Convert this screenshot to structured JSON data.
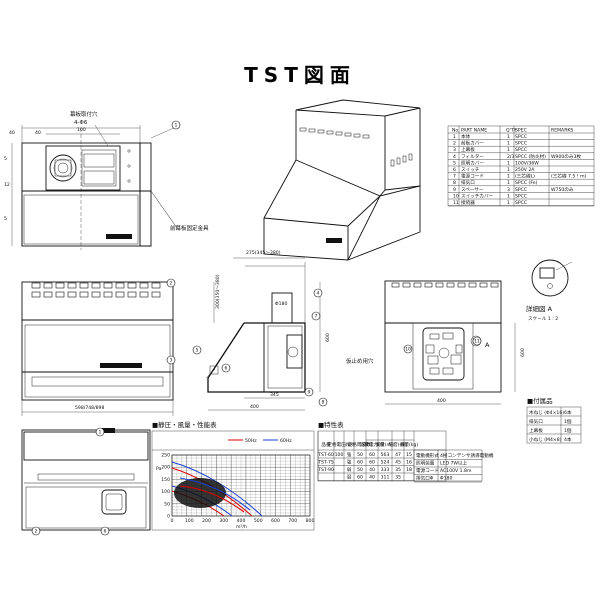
{
  "title": "TST図面",
  "labels": {
    "mount_holes_line1": "幕板取付穴",
    "mount_holes_line2": "4-Φ6",
    "front_panel_fix": "前幕板固定金具",
    "fall_stop_hole": "仮止め用穴",
    "detail_a_line1": "詳細図 A",
    "detail_a_line2": "スケール 1 : 2",
    "point_a": "A",
    "point_a_detail": "A"
  },
  "dims": {
    "d_top_left": "40",
    "d_top_40": "40",
    "d_100": "100",
    "d_side_1": "5",
    "d_side_2": "12",
    "d_side_3": "5",
    "d_depth_label": "275(345～380)",
    "d_duct_dia": "Φ180",
    "d_width_front": "598/748/898",
    "d_345": "345",
    "d_400": "400",
    "d_400_b": "400",
    "d_600": "600",
    "d_600_b": "600",
    "d_side_hgt": "300(350～380)"
  },
  "balloons": [
    "1",
    "2",
    "3",
    "4",
    "5",
    "6",
    "7",
    "8",
    "9",
    "10",
    "11",
    "1",
    "2",
    "6"
  ],
  "parts_table": {
    "headers": [
      "No.",
      "PART NAME",
      "Q'TY",
      "SPEC",
      "REMARKS"
    ],
    "rows": [
      [
        "1",
        "本体",
        "1",
        "SPCC",
        ""
      ],
      [
        "2",
        "前板カバー",
        "1",
        "SPCC",
        ""
      ],
      [
        "3",
        "上幕板",
        "1",
        "SPCC",
        ""
      ],
      [
        "4",
        "フィルター",
        "2/3",
        "SPCC (防炎材)",
        "W900のみ3枚"
      ],
      [
        "5",
        "照明カバー",
        "1",
        "100V/36W",
        ""
      ],
      [
        "6",
        "スイッチ",
        "1",
        "250V 2A",
        ""
      ],
      [
        "7",
        "電源コード",
        "1",
        "(三芯線L)",
        "(三芯線 7.5 ! m)"
      ],
      [
        "8",
        "排気口",
        "1",
        "SPCC (Fe)",
        ""
      ],
      [
        "9",
        "スペーサー",
        "3",
        "SPCC",
        "W750のみ"
      ],
      [
        "10",
        "スイッチカバー",
        "1",
        "SPCC",
        ""
      ],
      [
        "11",
        "接続器",
        "1",
        "SPCC",
        ""
      ]
    ]
  },
  "accessories": {
    "title": "■付属品",
    "rows": [
      [
        "木ねじ (Φ4×16)",
        "6本"
      ],
      [
        "排気口",
        "1個"
      ],
      [
        "上幕板",
        "1個"
      ],
      [
        "小ねじ (M4×8)",
        "4本"
      ]
    ]
  },
  "performance": {
    "title": "■静圧・風量・性能表",
    "legend": [
      "50Hz",
      "60Hz"
    ],
    "xlabel": "m³/h",
    "ylabel": "Pa",
    "xticks": [
      "0",
      "100",
      "200",
      "300",
      "400",
      "500",
      "600",
      "700",
      "800"
    ],
    "yticks": [
      "0",
      "50",
      "100",
      "150",
      "200",
      "250"
    ]
  },
  "spec": {
    "title": "■特性表",
    "headers": [
      "品番",
      "定格電圧(V)",
      "ハメ",
      "定格周波数(Hz)",
      "消費電力(W)",
      "風量(m³/h)",
      "騒音(dB)",
      "重量(kg)"
    ],
    "rows": [
      [
        "TST-60",
        "100",
        "強",
        "50",
        "60",
        "563",
        "47",
        "15"
      ],
      [
        "TST-75",
        "",
        "強",
        "60",
        "60",
        "524",
        "45",
        "16"
      ],
      [
        "TST-90",
        "",
        "弱",
        "50",
        "40",
        "333",
        "35",
        "18"
      ],
      [
        "",
        "",
        "弱",
        "60",
        "40",
        "311",
        "35",
        ""
      ]
    ],
    "notes": [
      [
        "電動機形式",
        "4極コンデンサ誘導電動機"
      ],
      [
        "照明装置",
        "LED 7W以上"
      ],
      [
        "電源コード",
        "AC100V 1.8m"
      ],
      [
        "排気口Φ",
        "Φ180"
      ]
    ]
  }
}
